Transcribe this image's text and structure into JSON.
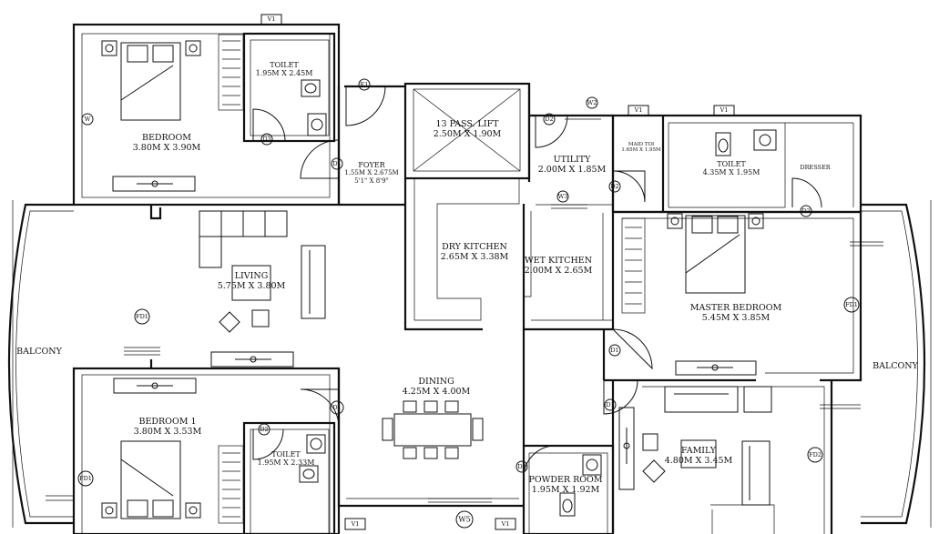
{
  "rooms": {
    "bedroom": {
      "name": "BEDROOM",
      "size": "3.80M X 3.90M"
    },
    "toilet_top": {
      "name": "TOILET",
      "size": "1.95M X 2.45M"
    },
    "foyer": {
      "name": "FOYER",
      "size": "1.55M X 2.675M",
      "size_ft": "5'1\" X 8'9\""
    },
    "lift": {
      "name": "13 PASS. LIFT",
      "size": "2.50M X 1.90M"
    },
    "utility": {
      "name": "UTILITY",
      "size": "2.00M X 1.85M"
    },
    "maid_toilet": {
      "name": "MAID TOI",
      "size": "1.65M X 1.95M"
    },
    "toilet_master": {
      "name": "TOILET",
      "size": "4.35M X 1.95M"
    },
    "dresser": {
      "name": "DRESSER"
    },
    "living": {
      "name": "LIVING",
      "size": "5.75M X 3.80M"
    },
    "dry_kitchen": {
      "name": "DRY KITCHEN",
      "size": "2.65M X 3.38M"
    },
    "wet_kitchen": {
      "name": "WET KITCHEN",
      "size": "2.00M X 2.65M"
    },
    "master_bedroom": {
      "name": "MASTER BEDROOM",
      "size": "5.45M X 3.85M"
    },
    "balcony_left": {
      "name": "BALCONY"
    },
    "balcony_right": {
      "name": "BALCONY"
    },
    "dining": {
      "name": "DINING",
      "size": "4.25M X 4.00M"
    },
    "bedroom1": {
      "name": "BEDROOM 1",
      "size": "3.80M X 3.53M"
    },
    "toilet_bed1": {
      "name": "TOILET",
      "size": "1.95M X 2.33M"
    },
    "family": {
      "name": "FAMILY",
      "size": "4.80M X 3.45M"
    },
    "powder_room": {
      "name": "POWDER ROOM",
      "size": "1.95M X 1.92M"
    }
  },
  "tags": {
    "d1": "D1",
    "d2": "D2",
    "d3": "D3",
    "fd1": "FD1",
    "fd2": "FD2",
    "w": "W",
    "w2": "W2",
    "w3": "W3",
    "w5": "W5",
    "v1": "V1",
    "e1": "E1"
  }
}
